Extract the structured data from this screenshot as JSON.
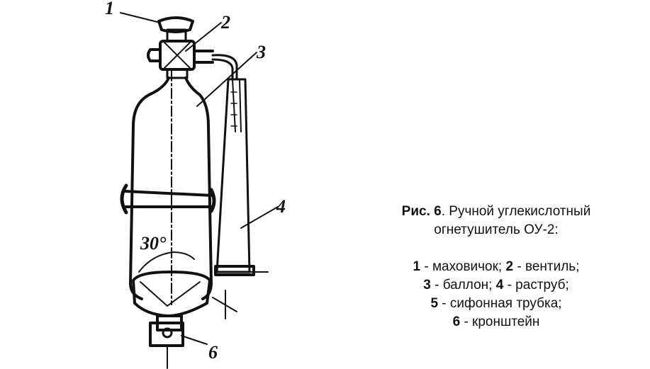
{
  "labels": {
    "handwheel": "1",
    "valve": "2",
    "cylinder": "3",
    "horn": "4",
    "bracket": "6",
    "angle": "30°"
  },
  "caption": {
    "fig_label": "Рис. 6",
    "fig_title": ". Ручной углекислотный",
    "fig_title_line2": "огнетушитель ОУ-2:",
    "items": [
      {
        "num": "1",
        "text": " - маховичок; ",
        "num2": "2",
        "text2": " - вентиль;"
      },
      {
        "num": "3",
        "text": " - баллон; ",
        "num2": "4",
        "text2": " - раструб;"
      },
      {
        "num": "5",
        "text": " - сифонная трубка;"
      },
      {
        "num": "6",
        "text": " - кронштейн"
      }
    ]
  },
  "colors": {
    "ink": "#111111",
    "paper": "#ffffff"
  }
}
